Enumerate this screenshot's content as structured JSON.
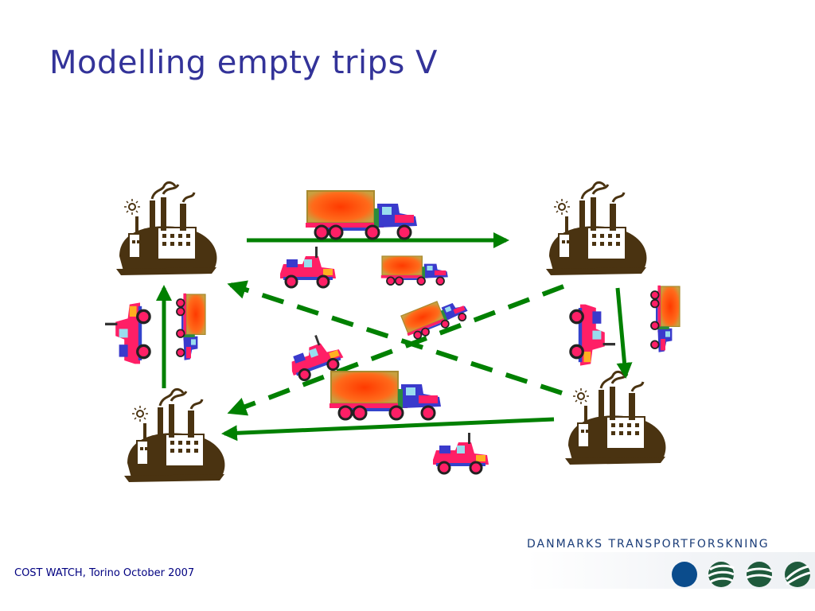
{
  "slide": {
    "title": "Modelling empty trips V",
    "footer": "COST WATCH, Torino October 2007",
    "brand": "DANMARKS TRANSPORTFORSKNING"
  },
  "colors": {
    "title": "#333399",
    "arrow": "#008000",
    "factory": "#4a3311",
    "truck_cargo": "#ff4400",
    "truck_cab_red": "#ff1f66",
    "logo_blue": "#0b4c8c",
    "logo_green": "#1f5a3c"
  },
  "diagram": {
    "nodes": [
      {
        "id": "factory-top-left",
        "icon": "factory-icon"
      },
      {
        "id": "factory-top-right",
        "icon": "factory-icon"
      },
      {
        "id": "factory-bottom-left",
        "icon": "factory-icon"
      },
      {
        "id": "factory-bottom-right",
        "icon": "factory-icon"
      }
    ],
    "edges": [
      {
        "from": "factory-top-left",
        "to": "factory-top-right",
        "style": "solid",
        "meaning": "loaded"
      },
      {
        "from": "factory-top-right",
        "to": "factory-bottom-right",
        "style": "solid",
        "meaning": "loaded"
      },
      {
        "from": "factory-bottom-right",
        "to": "factory-bottom-left",
        "style": "solid",
        "meaning": "loaded"
      },
      {
        "from": "factory-bottom-left",
        "to": "factory-top-left",
        "style": "solid",
        "meaning": "loaded"
      },
      {
        "from": "factory-top-right",
        "to": "factory-bottom-left",
        "style": "dashed",
        "meaning": "empty"
      },
      {
        "from": "factory-bottom-right",
        "to": "factory-top-left",
        "style": "dashed",
        "meaning": "empty"
      }
    ],
    "vehicles": [
      {
        "icon": "loaded-truck-icon"
      },
      {
        "icon": "tractor-unit-icon"
      },
      {
        "icon": "loaded-truck-icon"
      },
      {
        "icon": "loaded-truck-icon"
      },
      {
        "icon": "tractor-unit-icon"
      },
      {
        "icon": "loaded-truck-icon"
      },
      {
        "icon": "tractor-unit-icon"
      },
      {
        "icon": "tractor-unit-icon"
      },
      {
        "icon": "loaded-truck-icon"
      },
      {
        "icon": "tractor-unit-icon"
      },
      {
        "icon": "loaded-truck-icon"
      }
    ]
  }
}
